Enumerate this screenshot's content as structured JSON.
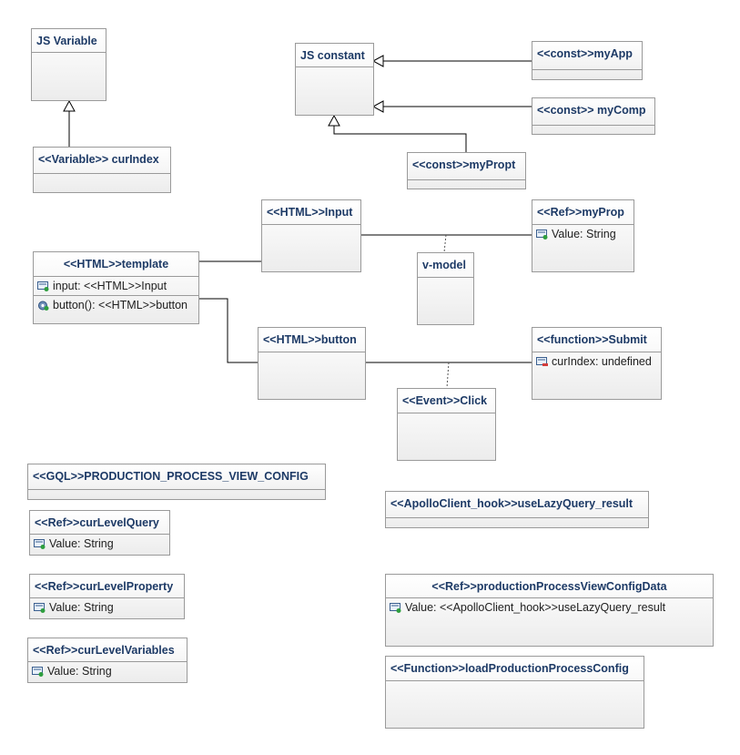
{
  "classes": {
    "js_variable": {
      "title": "JS Variable"
    },
    "js_constant": {
      "title": "JS constant"
    },
    "const_myapp": {
      "title": "<<const>>myApp"
    },
    "const_mycomp": {
      "title": "<<const>> myComp"
    },
    "const_mypropt": {
      "title": "<<const>>myPropt"
    },
    "var_curindex": {
      "title": "<<Variable>> curIndex"
    },
    "html_input": {
      "title": "<<HTML>>Input"
    },
    "ref_myprop": {
      "title": "<<Ref>>myProp",
      "attr": "Value: String"
    },
    "html_template": {
      "title": "<<HTML>>template",
      "attr": "input: <<HTML>>Input",
      "op": "button(): <<HTML>>button"
    },
    "vmodel": {
      "title": "v-model"
    },
    "html_button": {
      "title": "<<HTML>>button"
    },
    "func_submit": {
      "title": "<<function>>Submit",
      "attr": "curIndex: undefined"
    },
    "event_click": {
      "title": "<<Event>>Click"
    },
    "gql_config": {
      "title": "<<GQL>>PRODUCTION_PROCESS_VIEW_CONFIG"
    },
    "apollo_result": {
      "title": "<<ApolloClient_hook>>useLazyQuery_result"
    },
    "ref_curlevelquery": {
      "title": "<<Ref>>curLevelQuery",
      "attr": "Value: String"
    },
    "ref_curlevelproperty": {
      "title": "<<Ref>>curLevelProperty",
      "attr": "Value: String"
    },
    "ref_curlevelvariables": {
      "title": "<<Ref>>curLevelVariables",
      "attr": "Value: String"
    },
    "ref_config_data": {
      "title": "<<Ref>>productionProcessViewConfigData",
      "attr": "Value: <<ApolloClient_hook>>useLazyQuery_result"
    },
    "func_load": {
      "title": "<<Function>>loadProductionProcessConfig"
    }
  },
  "colors": {
    "border": "#9a9a9a",
    "title_text": "#1d3a66",
    "line": "#000000"
  }
}
